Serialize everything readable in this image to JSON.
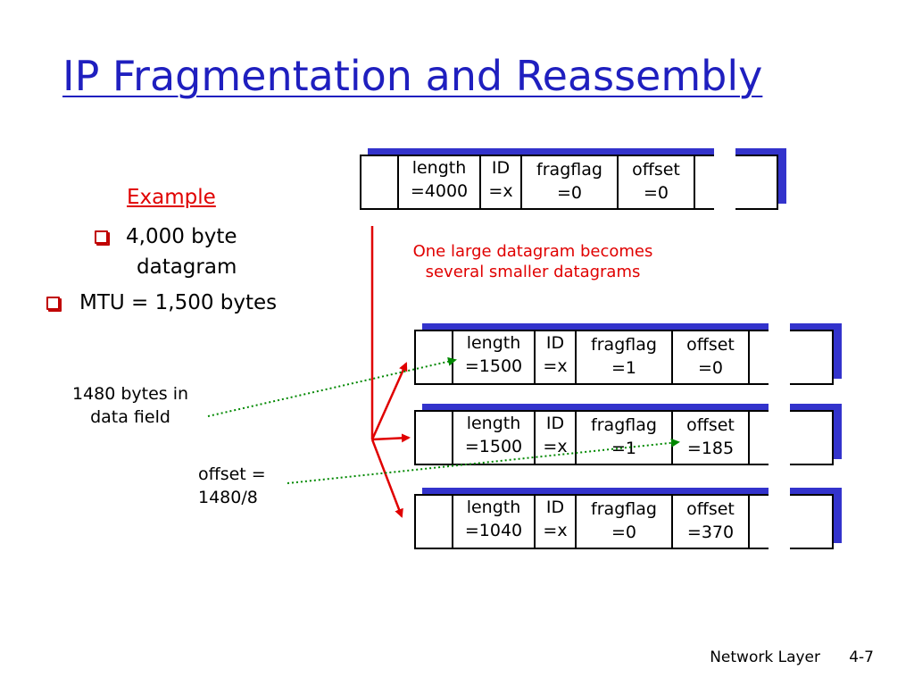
{
  "title": "IP Fragmentation and Reassembly",
  "example": {
    "heading": "Example",
    "bullets": [
      "4,000 byte datagram",
      "MTU = 1,500 bytes"
    ],
    "bullet_line1": "4,000 byte",
    "bullet_line2": "datagram"
  },
  "caption": {
    "line1": "One large datagram becomes",
    "line2": "several smaller datagrams"
  },
  "notes": {
    "data_field_line1": "1480 bytes in",
    "data_field_line2": "data field",
    "offset_line1": "offset =",
    "offset_line2": "1480/8"
  },
  "datagrams": [
    {
      "length": [
        "length",
        "=4000"
      ],
      "id": [
        "ID",
        "=x"
      ],
      "fragflag": [
        "fragflag",
        "=0"
      ],
      "offset": [
        "offset",
        "=0"
      ]
    },
    {
      "length": [
        "length",
        "=1500"
      ],
      "id": [
        "ID",
        "=x"
      ],
      "fragflag": [
        "fragflag",
        "=1"
      ],
      "offset": [
        "offset",
        "=0"
      ]
    },
    {
      "length": [
        "length",
        "=1500"
      ],
      "id": [
        "ID",
        "=x"
      ],
      "fragflag": [
        "fragflag",
        "=1"
      ],
      "offset": [
        "offset",
        "=185"
      ]
    },
    {
      "length": [
        "length",
        "=1040"
      ],
      "id": [
        "ID",
        "=x"
      ],
      "fragflag": [
        "fragflag",
        "=0"
      ],
      "offset": [
        "offset",
        "=370"
      ]
    }
  ],
  "footer": {
    "label": "Network Layer",
    "page": "4-7"
  },
  "colors": {
    "title": "#1f1fbf",
    "accent_red": "#e00000",
    "shadow_blue": "#3333cc",
    "dotted_green": "#008800"
  }
}
